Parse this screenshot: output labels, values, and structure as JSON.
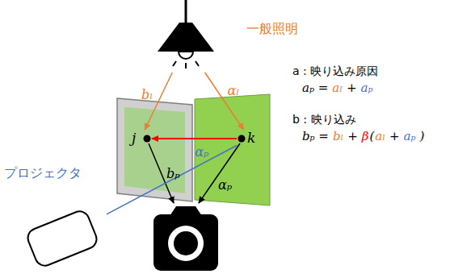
{
  "diagram": {
    "nodes": [
      {
        "text": [
          "一般照明"
        ]
      },
      {
        "text": [
          "j"
        ]
      },
      {
        "text": [
          "k"
        ]
      },
      {
        "text": [
          "プロジェクタ"
        ]
      }
    ],
    "edges": [
      {
        "from": 0,
        "to": 1,
        "label": "bₗ",
        "arrow": "to"
      },
      {
        "from": 0,
        "to": 2,
        "label": "αₗ",
        "arrow": "to"
      },
      {
        "from": 2,
        "to": 1,
        "arrow": "to"
      },
      {
        "from": 3,
        "to": 2,
        "label": "αₚ",
        "arrow": "none"
      }
    ],
    "labels": [
      "bₚ",
      "αₚ",
      "a : 映り込み原因",
      "aₚ =",
      "aₗ",
      "+",
      "aₚ",
      "b : 映り込み",
      "bₚ =",
      "bₗ",
      "+",
      "β",
      "(",
      "aₗ",
      "+",
      "aₚ",
      ")"
    ]
  }
}
